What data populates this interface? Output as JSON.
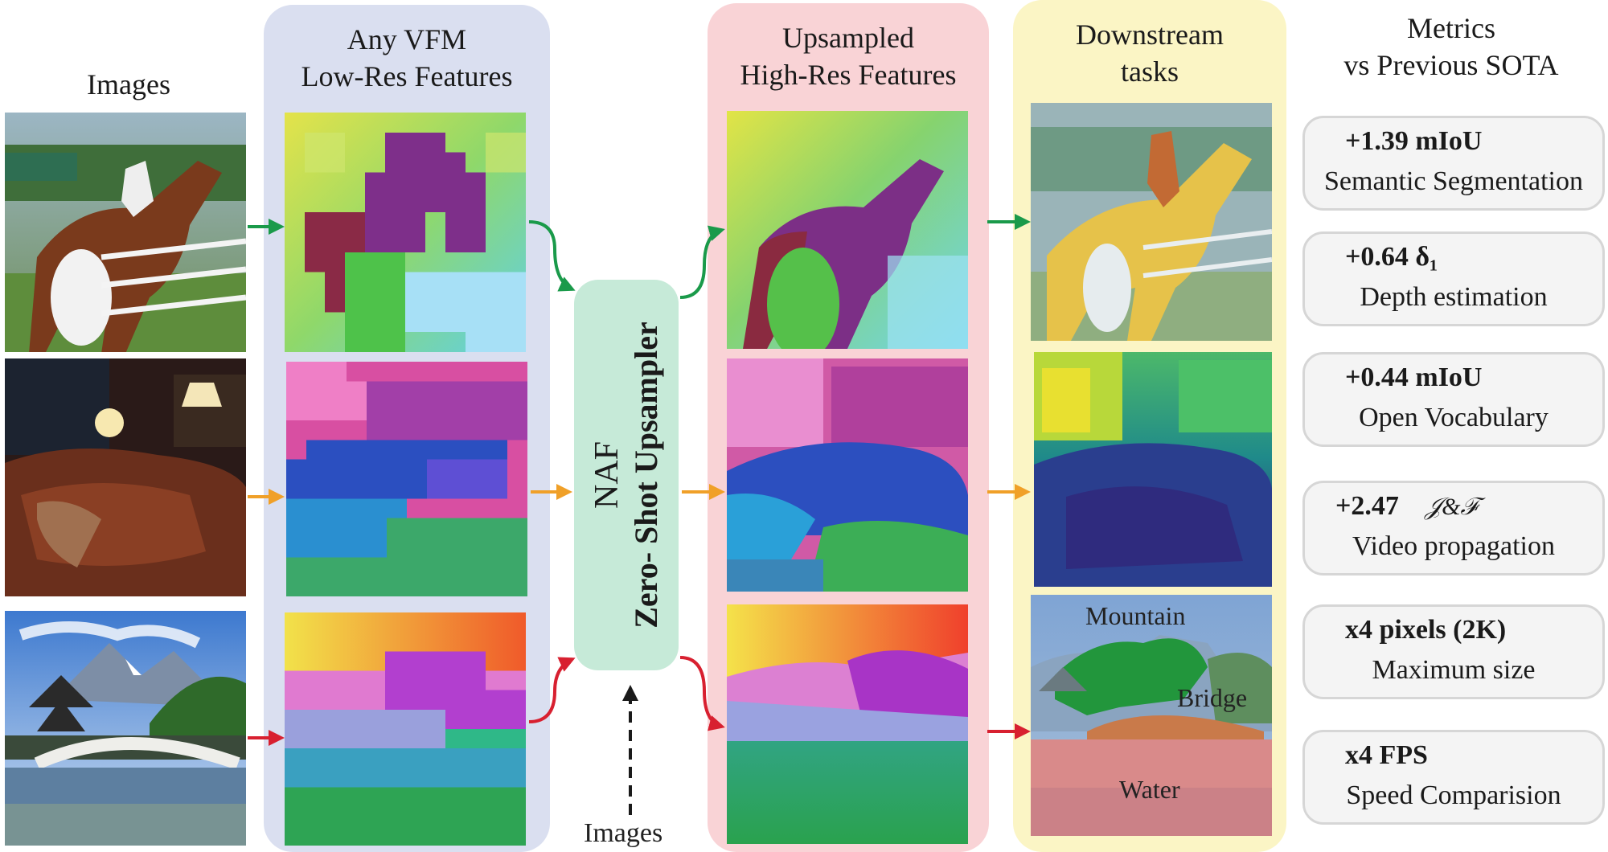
{
  "headers": {
    "images": "Images",
    "vfm_line1": "Any VFM",
    "vfm_line2": "Low-Res Features",
    "up_line1": "Upsampled",
    "up_line2": "High-Res Features",
    "down_line1": "Downstream",
    "down_line2": "tasks",
    "metrics_line1": "Metrics",
    "metrics_line2": "vs Previous SOTA"
  },
  "upsampler": {
    "name": "NAF",
    "subtitle": "Zero- Shot Upsampler",
    "input_label": "Images"
  },
  "segmentation_labels": {
    "mountain": "Mountain",
    "bridge": "Bridge",
    "water": "Water"
  },
  "metrics": [
    {
      "value": "+1.39 mIoU",
      "task": "Semantic Segmentation"
    },
    {
      "value": "+0.64 δ₁",
      "task": "Depth estimation"
    },
    {
      "value": "+0.44 mIoU",
      "task": "Open Vocabulary"
    },
    {
      "value": "+2.47",
      "value_script": "𝒥&ℱ",
      "task": "Video propagation"
    },
    {
      "value": "x4 pixels (2K)",
      "task": "Maximum size"
    },
    {
      "value": "x4 FPS",
      "task": "Speed Comparision"
    }
  ],
  "colors": {
    "vfm_panel": "#dadff0",
    "up_panel": "#f9d3d6",
    "down_panel": "#fbf5c5",
    "upsampler_box": "#c6ead8",
    "arrow_green": "#1a9a4a",
    "arrow_orange": "#f0a028",
    "arrow_red": "#d82030"
  }
}
